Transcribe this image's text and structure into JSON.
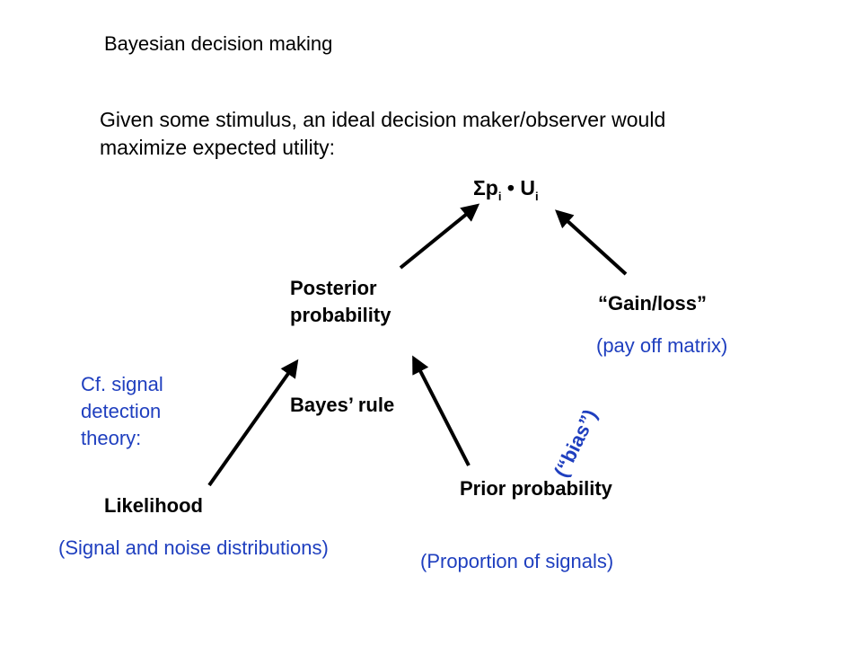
{
  "title": "Bayesian decision making",
  "intro": "Given some stimulus, an ideal decision maker/observer would maximize expected utility:",
  "formula": {
    "sigma_p": "Σp",
    "sub_i1": "i",
    "bullet_u": " • U",
    "sub_i2": "i"
  },
  "nodes": {
    "posterior": "Posterior probability",
    "gain_loss": "“Gain/loss”",
    "payoff": "(pay off matrix)",
    "bayes_rule": "Bayes’ rule",
    "likelihood": "Likelihood",
    "prior": "Prior probability",
    "signal_noise": "(Signal and noise distributions)",
    "proportion": "(Proportion of signals)",
    "bias": "(“bias”)",
    "cf_sdt": "Cf. signal detection theory:"
  },
  "colors": {
    "text": "#000000",
    "blue": "#1f3fbf",
    "arrow": "#000000"
  }
}
